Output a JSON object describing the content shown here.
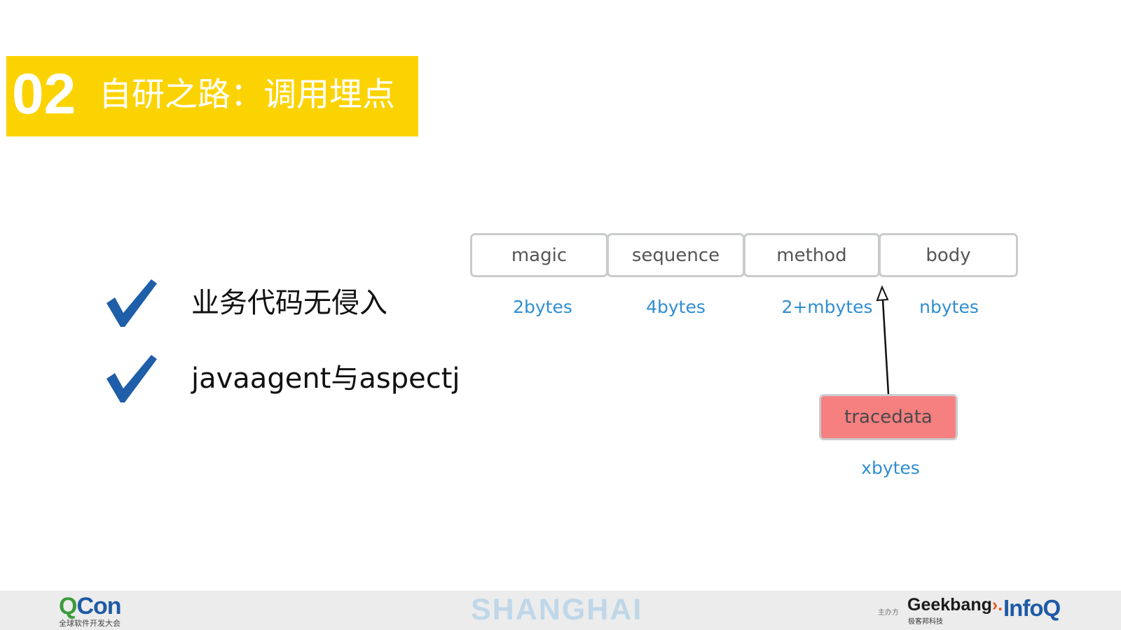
{
  "title": {
    "number": "02",
    "text": "自研之路：调用埋点"
  },
  "bullets": [
    {
      "icon": "checkmark-icon",
      "text": "业务代码无侵入"
    },
    {
      "icon": "checkmark-icon",
      "text": "javaagent与aspectj"
    }
  ],
  "diagram": {
    "fields": [
      {
        "name": "magic",
        "size": "2bytes"
      },
      {
        "name": "sequence",
        "size": "4bytes"
      },
      {
        "name": "method",
        "size": "2+mbytes"
      },
      {
        "name": "body",
        "size": "nbytes"
      }
    ],
    "insert": {
      "name": "tracedata",
      "size": "xbytes"
    }
  },
  "footer": {
    "qcon_logo": {
      "q": "Q",
      "con": "Con",
      "subtitle": "全球软件开发大会"
    },
    "city": "SHANGHAI",
    "organizer_label": "主办方",
    "geekbang_logo": {
      "text": "Geekbang",
      "mark": "›.",
      "subtitle": "极客邦科技"
    },
    "infoq_logo": "InfoQ"
  },
  "colors": {
    "banner": "#fcd302",
    "size_label": "#2f8ed1",
    "tracedata_fill": "#f67f80",
    "checkmark": "#1f5ea8",
    "footer_bg": "#ececec"
  }
}
